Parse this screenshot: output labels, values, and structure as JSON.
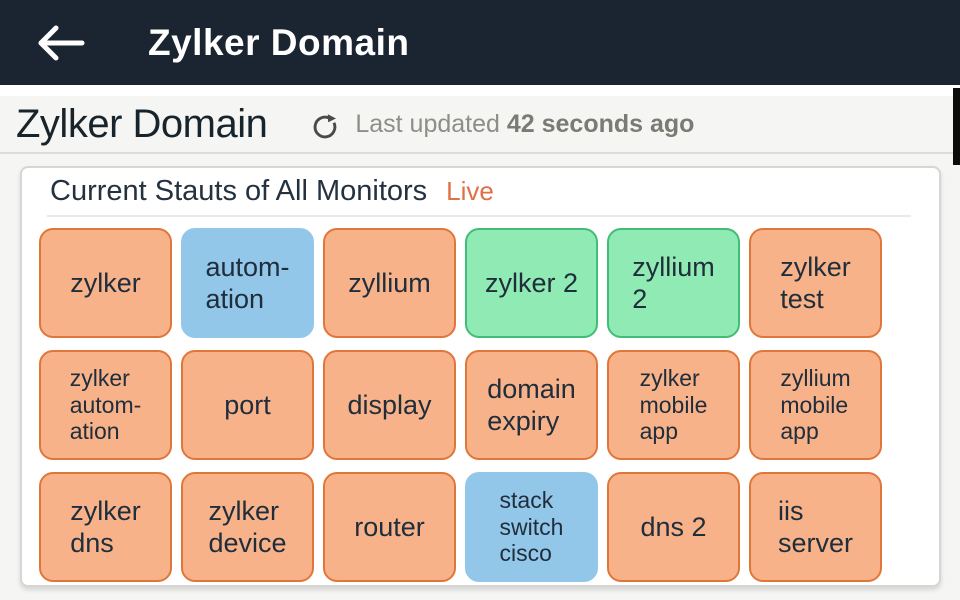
{
  "app_bar": {
    "title": "Zylker Domain",
    "back_icon": "arrow-left-icon",
    "bg_color": "#1b2531"
  },
  "header": {
    "title": "Zylker Domain",
    "refresh_icon": "refresh-icon",
    "last_updated_label": "Last updated",
    "last_updated_value": "42 seconds ago"
  },
  "card": {
    "title": "Current Stauts of All Monitors",
    "live_label": "Live",
    "live_color": "#df7048"
  },
  "status_colors": {
    "trouble": {
      "bg": "#f8b289",
      "border": "#e0773a"
    },
    "maintenance": {
      "bg": "#93c7ea",
      "border": "#93c7ea"
    },
    "up": {
      "bg": "#8feab3",
      "border": "#42bd77"
    }
  },
  "monitors": [
    {
      "label": "zylker",
      "status": "trouble"
    },
    {
      "label": "autom-\nation",
      "status": "maintenance"
    },
    {
      "label": "zyllium",
      "status": "trouble"
    },
    {
      "label": "zylker 2",
      "status": "up"
    },
    {
      "label": "zyllium\n2",
      "status": "up"
    },
    {
      "label": "zylker\ntest",
      "status": "trouble"
    },
    {
      "label": "zylker\nautom-\nation",
      "status": "trouble"
    },
    {
      "label": "port",
      "status": "trouble"
    },
    {
      "label": "display",
      "status": "trouble"
    },
    {
      "label": "domain\nexpiry",
      "status": "trouble"
    },
    {
      "label": "zylker\nmobile\napp",
      "status": "trouble"
    },
    {
      "label": "zyllium\nmobile\napp",
      "status": "trouble"
    },
    {
      "label": "zylker\ndns",
      "status": "trouble"
    },
    {
      "label": "zylker\ndevice",
      "status": "trouble"
    },
    {
      "label": "router",
      "status": "trouble"
    },
    {
      "label": "stack\nswitch\ncisco",
      "status": "maintenance"
    },
    {
      "label": "dns 2",
      "status": "trouble"
    },
    {
      "label": "iis\nserver",
      "status": "trouble"
    }
  ]
}
